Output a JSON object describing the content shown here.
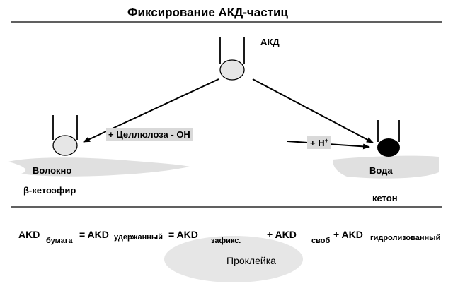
{
  "title": "Фиксирование АКД-частиц",
  "labels": {
    "akd": "АКД",
    "cellulose": "+ Целлюлоза - ОН",
    "h_plus": "+ Н",
    "h_plus_sup": "+",
    "fiber": "Волокно",
    "water": "Вода",
    "beta_ketoester": "β-кетоэфир",
    "ketone": "кетон"
  },
  "equation": {
    "akd_paper": "AKD",
    "sub_paper": "бумага",
    "eq1": "= AKD",
    "sub_retained": "удержанный",
    "eq2": "= AKD",
    "sub_fixed": "зафикс.",
    "plus_free": "+ AKD",
    "sub_free": "своб",
    "plus_hydro": "+ AKD",
    "sub_hydro": "гидролизованный"
  },
  "sizing": "Проклейка",
  "colors": {
    "particle_fill": "#e6e6e6",
    "hydrolyzed_particle": "#000000",
    "surface_fill": "#e0e0e0",
    "label_highlight": "#d9d9d9",
    "sizing_ellipse": "#e6e6e6"
  }
}
